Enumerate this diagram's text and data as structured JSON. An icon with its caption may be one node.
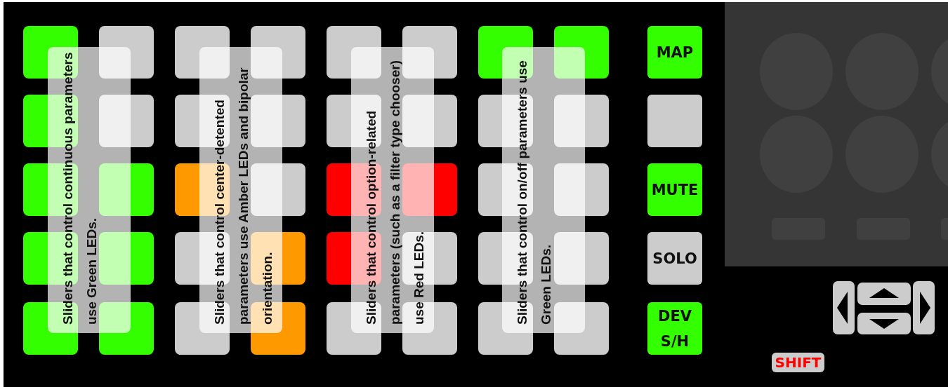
{
  "diagram": {
    "nodes": [
      {
        "text": [
          "Sliders that control continuous parameters use Green LEDs."
        ]
      },
      {
        "text": [
          "Sliders that control center-detented parameters use Amber LEDs and bipolar orientation."
        ]
      },
      {
        "text": [
          "Sliders that control option-related parameters (such as a filter type chooser) use Red LEDs."
        ]
      },
      {
        "text": [
          "Sliders that control on/off parameters use Green LEDs."
        ]
      },
      {
        "text": [
          "MAP"
        ]
      },
      {
        "text": [],
        "shape": "box"
      },
      {
        "text": [
          "MUTE"
        ]
      },
      {
        "text": [
          "SOLO"
        ]
      },
      {
        "text": [
          "DEV S/H"
        ]
      },
      {
        "text": [
          "SHIFT"
        ]
      }
    ]
  }
}
